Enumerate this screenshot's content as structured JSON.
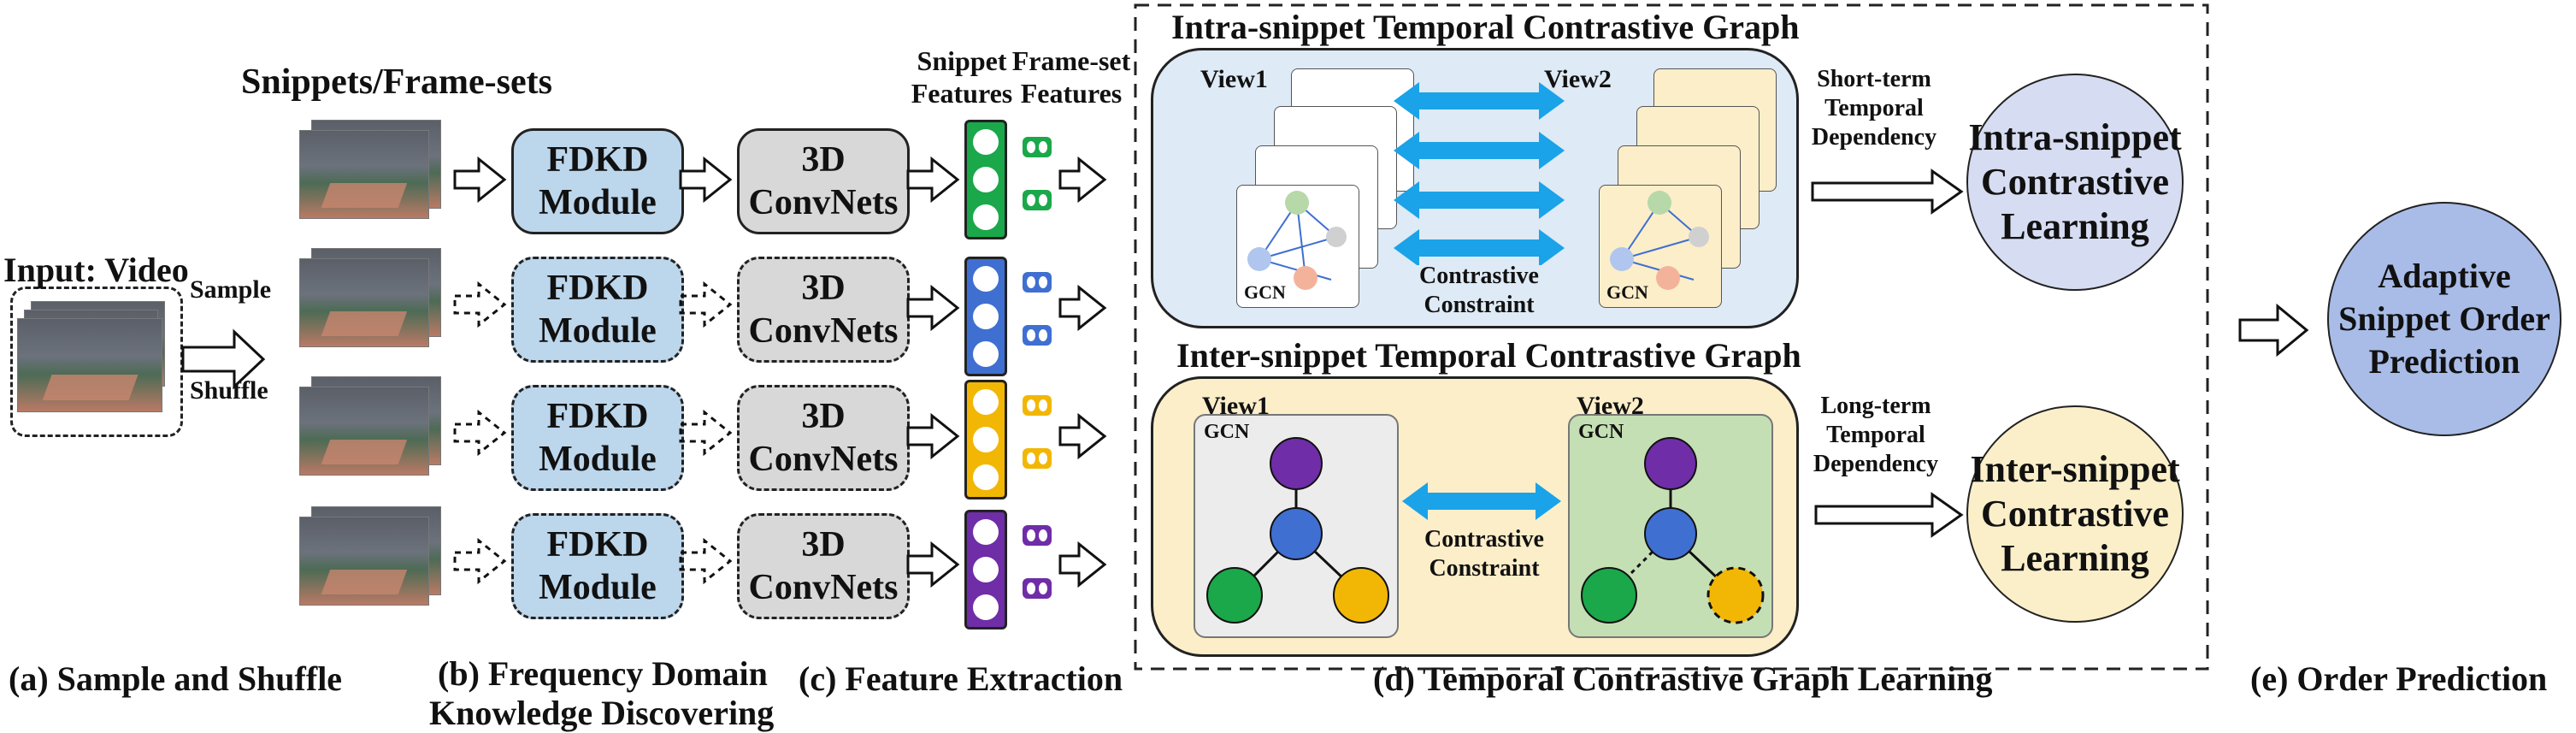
{
  "sections": {
    "a": "(a) Sample and Shuffle",
    "b_line1": "(b) Frequency Domain",
    "b_line2": "Knowledge Discovering",
    "c": "(c) Feature Extraction",
    "d": "(d) Temporal Contrastive Graph Learning",
    "e": "(e) Order Prediction"
  },
  "input": {
    "title": "Input: Video",
    "sample": "Sample",
    "shuffle": "Shuffle"
  },
  "snippets_title": "Snippets/Frame-sets",
  "fdkd": {
    "line1": "FDKD",
    "line2": "Module"
  },
  "conv": {
    "line1": "3D",
    "line2": "ConvNets"
  },
  "features": {
    "snippet_line1": "Snippet",
    "snippet_line2": "Features",
    "frameset_line1": "Frame-set",
    "frameset_line2": "Features"
  },
  "feature_colors": [
    "#1aa84a",
    "#3f6fd1",
    "#f2b705",
    "#6f2da8"
  ],
  "intra": {
    "title": "Intra-snippet Temporal Contrastive Graph",
    "view1": "View1",
    "view2": "View2",
    "gcn": "GCN",
    "constraint_line1": "Contrastive",
    "constraint_line2": "Constraint",
    "dep_line1": "Short-term",
    "dep_line2": "Temporal",
    "dep_line3": "Dependency",
    "learn_line1": "Intra-snippet",
    "learn_line2": "Contrastive",
    "learn_line3": "Learning"
  },
  "inter": {
    "title": "Inter-snippet Temporal Contrastive Graph",
    "view1": "View1",
    "view2": "View2",
    "gcn": "GCN",
    "constraint_line1": "Contrastive",
    "constraint_line2": "Constraint",
    "dep_line1": "Long-term",
    "dep_line2": "Temporal",
    "dep_line3": "Dependency",
    "learn_line1": "Inter-snippet",
    "learn_line2": "Contrastive",
    "learn_line3": "Learning"
  },
  "prediction": {
    "line1": "Adaptive",
    "line2": "Snippet Order",
    "line3": "Prediction"
  },
  "colors": {
    "fdkd_fill": "#bcd6ec",
    "conv_fill": "#d8d8d8",
    "intra_panel": "#deeaf5",
    "inter_panel": "#fbeec9",
    "intra_circle": "#d6dcf1",
    "inter_circle": "#fbefc9",
    "prediction_circle": "#a9bce8",
    "contrast_arrow": "#1aa3e8"
  }
}
